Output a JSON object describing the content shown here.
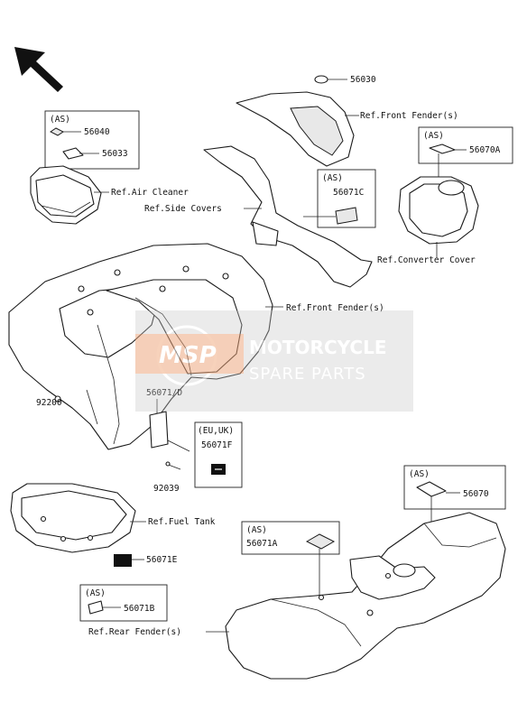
{
  "labels": {
    "p56030": "56030",
    "ref_front_fender_top": "Ref.Front Fender(s)",
    "as_56040": "(AS)",
    "p56040": "56040",
    "p56033": "56033",
    "ref_air_cleaner": "Ref.Air Cleaner",
    "ref_side_covers": "Ref.Side Covers",
    "as_56071c": "(AS)",
    "p56071c": "56071C",
    "as_56070a": "(AS)",
    "p56070a": "56070A",
    "ref_converter_cover": "Ref.Converter Cover",
    "ref_front_fender_main": "Ref.Front Fender(s)",
    "p56071d": "56071/D",
    "p92200": "92200",
    "eu_uk": "(EU,UK)",
    "p56071f": "56071F",
    "p92039": "92039",
    "ref_fuel_tank": "Ref.Fuel Tank",
    "p56071e": "56071E",
    "as_56071b": "(AS)",
    "p56071b": "56071B",
    "as_56070": "(AS)",
    "p56070": "56070",
    "as_56071a": "(AS)",
    "p56071a": "56071A",
    "ref_rear_fender": "Ref.Rear Fender(s)"
  },
  "watermark": {
    "logo": "MSP",
    "line1": "MOTORCYCLE",
    "line2": "SPARE PARTS"
  },
  "colors": {
    "logo_orange": "#f0a070",
    "watermark_gray": "#bdbdbd"
  }
}
